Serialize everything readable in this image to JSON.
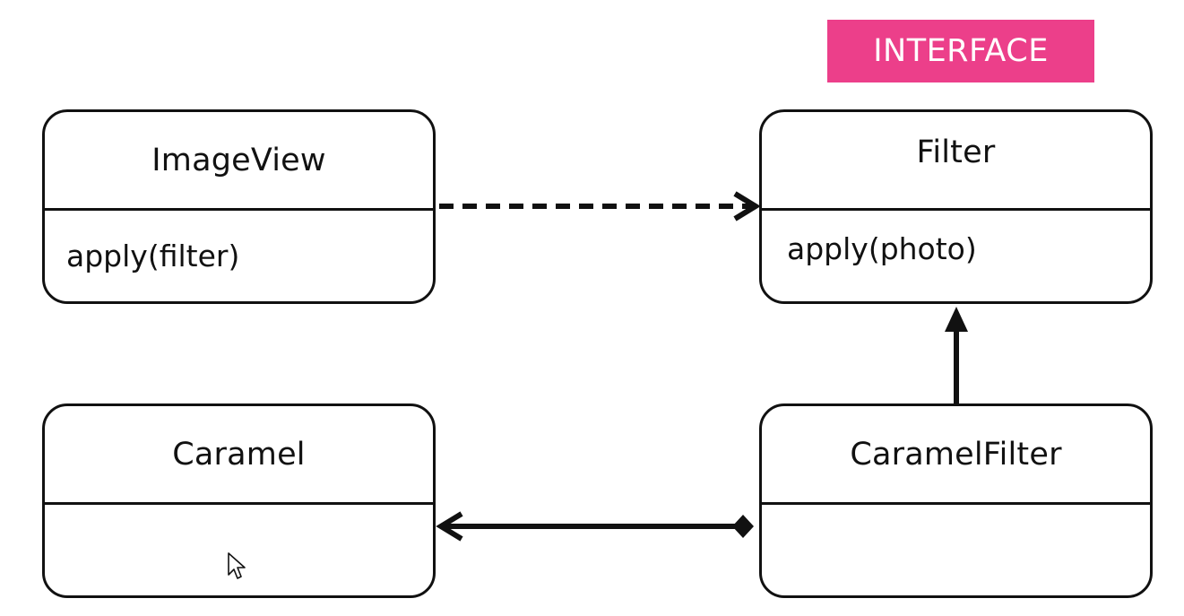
{
  "badge": {
    "label": "INTERFACE",
    "color": "#ec3f8a"
  },
  "classes": {
    "image_view": {
      "name": "ImageView",
      "members": [
        "apply(filter)"
      ]
    },
    "filter": {
      "name": "Filter",
      "members": [
        "apply(photo)"
      ]
    },
    "caramel": {
      "name": "Caramel",
      "members": []
    },
    "caramel_filter": {
      "name": "CaramelFilter",
      "members": []
    }
  },
  "relationships": [
    {
      "from": "ImageView",
      "to": "Filter",
      "kind": "dependency",
      "line": "dashed",
      "head": "open-arrow"
    },
    {
      "from": "CaramelFilter",
      "to": "Filter",
      "kind": "realization",
      "line": "solid",
      "head": "filled-arrow"
    },
    {
      "from": "CaramelFilter",
      "to": "Caramel",
      "kind": "composition",
      "line": "solid",
      "head": "open-arrow",
      "tail": "filled-diamond"
    }
  ],
  "cursor": {
    "icon": "arrow-pointer-icon"
  }
}
